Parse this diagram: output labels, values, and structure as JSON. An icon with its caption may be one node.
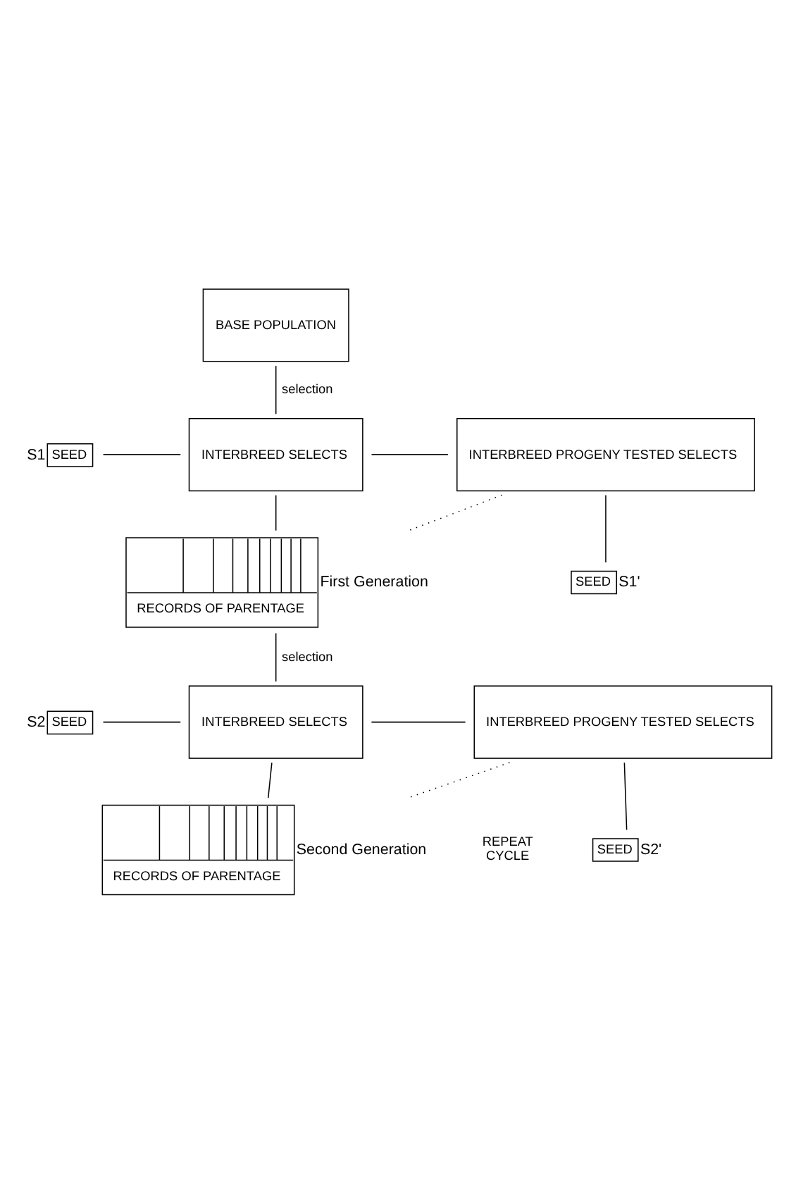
{
  "diagram": {
    "nodes": [
      {
        "text": [
          "BASE POPULATION"
        ]
      },
      {
        "text": [
          "INTERBREED SELECTS"
        ]
      },
      {
        "text": [
          "SEED"
        ],
        "beside": [
          "S1"
        ]
      },
      {
        "text": [
          "INTERBREED PROGENY TESTED SELECTS"
        ]
      },
      {
        "text": [
          "SEED"
        ],
        "beside": [
          "S1'"
        ]
      },
      {
        "text": [
          "RECORDS OF PARENTAGE"
        ],
        "beside": [
          "First Generation"
        ]
      },
      {
        "text": [
          "INTERBREED SELECTS"
        ]
      },
      {
        "text": [
          "SEED"
        ],
        "beside": [
          "S2"
        ]
      },
      {
        "text": [
          "INTERBREED PROGENY TESTED SELECTS"
        ]
      },
      {
        "text": [
          "SEED"
        ],
        "beside": [
          "S2'"
        ]
      },
      {
        "text": [
          "RECORDS OF PARENTAGE"
        ],
        "beside": [
          "Second Generation"
        ]
      }
    ],
    "edges": [
      {
        "from": 0,
        "to": 1,
        "arrow": "none",
        "label": "selection"
      },
      {
        "from": 2,
        "to": 1,
        "arrow": "none"
      },
      {
        "from": 1,
        "to": 3,
        "arrow": "none"
      },
      {
        "from": 3,
        "to": 4,
        "arrow": "none"
      },
      {
        "from": 1,
        "to": 5,
        "arrow": "none"
      },
      {
        "from": 3,
        "to": 5,
        "arrow": "none",
        "style": "dashed"
      },
      {
        "from": 5,
        "to": 6,
        "arrow": "none",
        "label": "selection"
      },
      {
        "from": 7,
        "to": 6,
        "arrow": "none"
      },
      {
        "from": 6,
        "to": 8,
        "arrow": "none"
      },
      {
        "from": 8,
        "to": 9,
        "arrow": "none"
      },
      {
        "from": 6,
        "to": 10,
        "arrow": "none"
      },
      {
        "from": 8,
        "to": 10,
        "arrow": "none",
        "style": "dashed"
      }
    ],
    "labels": [
      "REPEAT CYCLE"
    ]
  }
}
